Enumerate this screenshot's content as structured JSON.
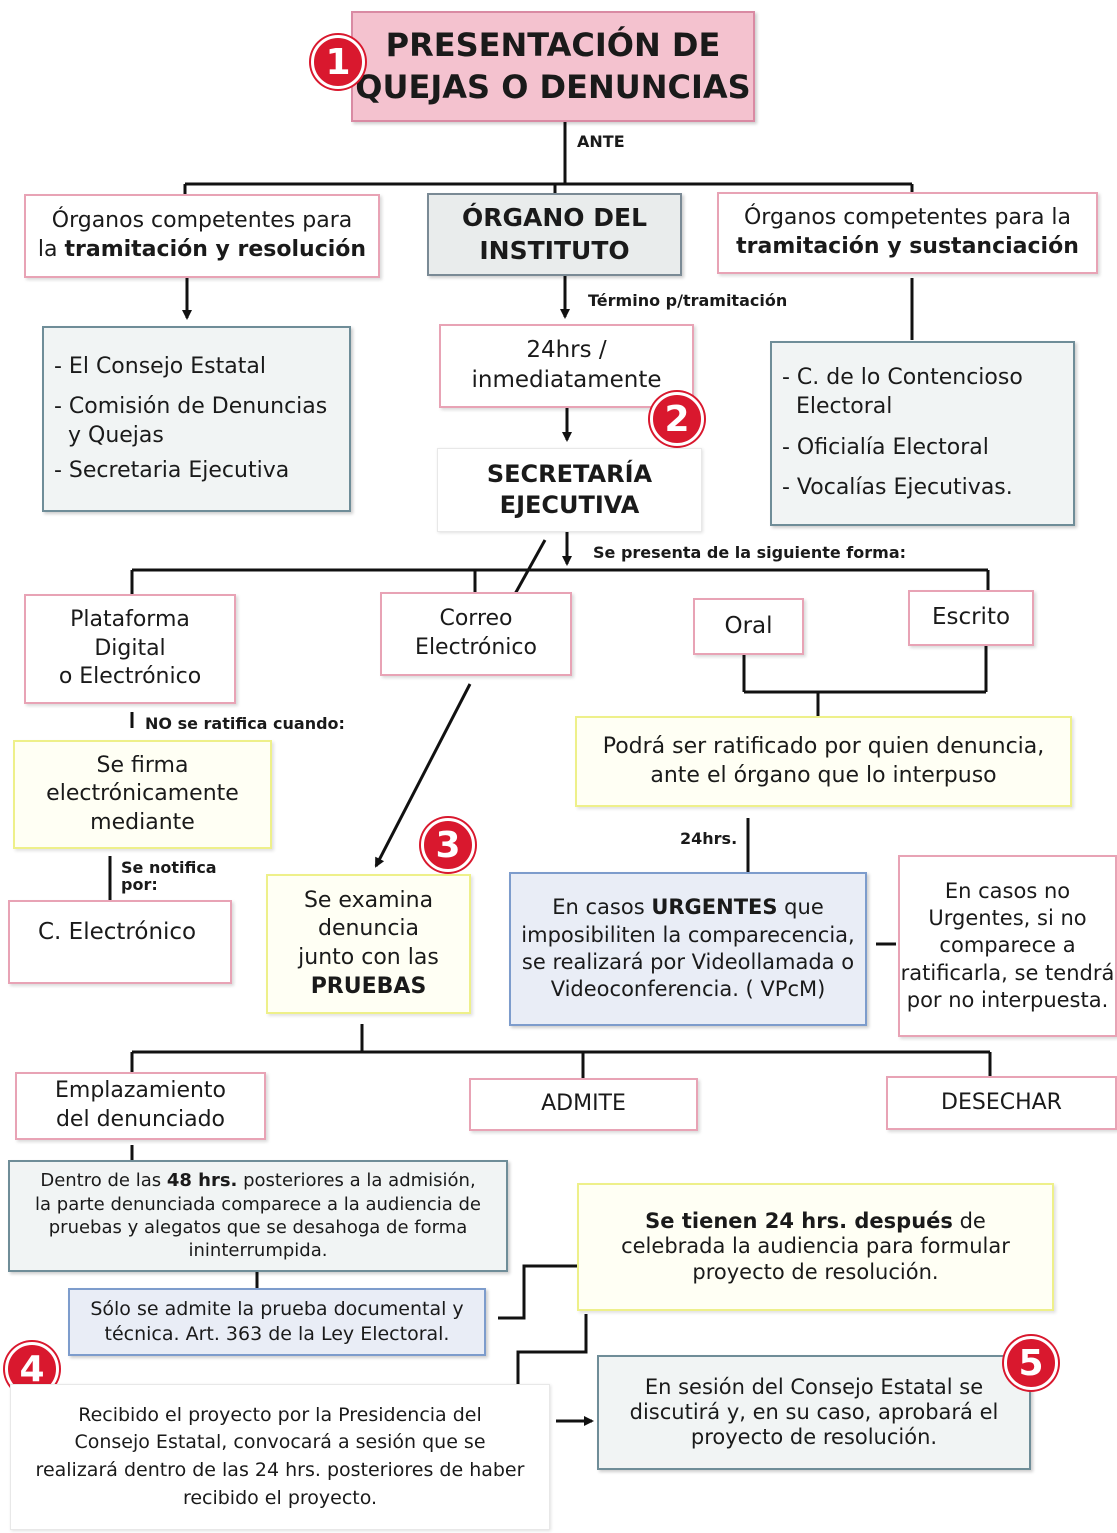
{
  "title": {
    "line1": "PRESENTACIÓN DE",
    "line2": "QUEJAS O DENUNCIAS"
  },
  "badges": [
    "1",
    "2",
    "3",
    "4",
    "5"
  ],
  "labels": {
    "ante": "ANTE",
    "termino": "Término p/tramitación",
    "se_presenta": "Se presenta de la siguiente forma:",
    "no_ratifica": "NO se ratifica cuando:",
    "se_notifica_1": "Se notifica",
    "se_notifica_2": "por:",
    "hrs24": "24hrs."
  },
  "organos_left": {
    "line1": "Órganos competentes para",
    "pre": "la ",
    "bold": "tramitación y resolución"
  },
  "organo_instituto": {
    "line1": "ÓRGANO DEL",
    "line2": "INSTITUTO"
  },
  "organos_right": {
    "line1": "Órganos competentes para la",
    "bold": "tramitación y sustanciación"
  },
  "left_list": [
    "- El Consejo Estatal",
    "- Comisión de Denuncias",
    "  y Quejas",
    "- Secretaria Ejecutiva"
  ],
  "right_list": [
    "- C. de lo Contencioso",
    "  Electoral",
    "- Oficialía Electoral",
    "- Vocalías Ejecutivas."
  ],
  "plazo": {
    "line1": "24hrs /",
    "line2": "inmediatamente"
  },
  "secretaria": {
    "line1": "SECRETARÍA",
    "line2": "EJECUTIVA"
  },
  "plataforma": {
    "line1": "Plataforma",
    "line2": "Digital",
    "line3": "o Electrónico"
  },
  "correo": {
    "line1": "Correo",
    "line2": "Electrónico"
  },
  "oral": "Oral",
  "escrito": "Escrito",
  "firma": {
    "line1": "Se firma",
    "line2": "electrónicamente",
    "line3": "mediante"
  },
  "c_electronico": "C. Electrónico",
  "ratificado": {
    "line1": "Podrá ser ratificado por quien denuncia,",
    "line2": "ante el órgano que lo interpuso"
  },
  "examina": {
    "line1": "Se examina",
    "line2": "denuncia",
    "line3": "junto con las",
    "line4": "PRUEBAS"
  },
  "urgentes": {
    "pre": "En casos ",
    "bold": "URGENTES",
    "post": " que",
    "line2": "imposibiliten la comparecencia,",
    "line3": "se realizará por Videollamada o",
    "line4": "Videoconferencia. ( VPcM)"
  },
  "no_urgentes": {
    "line1": "En casos no",
    "line2": "Urgentes, si no",
    "line3": "comparece a",
    "line4": "ratificarla, se tendrá",
    "line5": "por no interpuesta."
  },
  "emplazamiento": {
    "line1": "Emplazamiento",
    "line2": "del denunciado"
  },
  "admite": "ADMITE",
  "desechar": "DESECHAR",
  "dentro": {
    "pre": "Dentro de las ",
    "bold": "48 hrs.",
    "post": " posteriores a la admisión,",
    "line2": "la parte denunciada comparece a la audiencia de",
    "line3": "pruebas y alegatos que se desahoga de forma",
    "line4": "ininterrumpida."
  },
  "solo": {
    "line1": "Sólo se admite la prueba documental y",
    "line2": "técnica.  Art. 363 de la Ley Electoral."
  },
  "tienen": {
    "bold": "Se tienen 24 hrs. después",
    "post": " de",
    "line2": "celebrada la audiencia para formular",
    "line3": "proyecto de resolución."
  },
  "sesion": {
    "line1": "En sesión del Consejo Estatal se",
    "line2": "discutirá y, en su caso, aprobará el",
    "line3": "proyecto de resolución."
  },
  "recibido": {
    "line1": "Recibido el proyecto por la Presidencia del",
    "line2": "Consejo Estatal, convocará a sesión que se",
    "line3": "realizará dentro de las 24 hrs. posteriores de haber",
    "line4": "recibido el proyecto."
  },
  "colors": {
    "badge": "#d9182e",
    "pink_border": "#e8a3b5",
    "title_fill": "#f4c2cf",
    "blue_border": "#7d9ccc",
    "yellow_border": "#eef08a",
    "teal_border": "#6f8d98"
  }
}
